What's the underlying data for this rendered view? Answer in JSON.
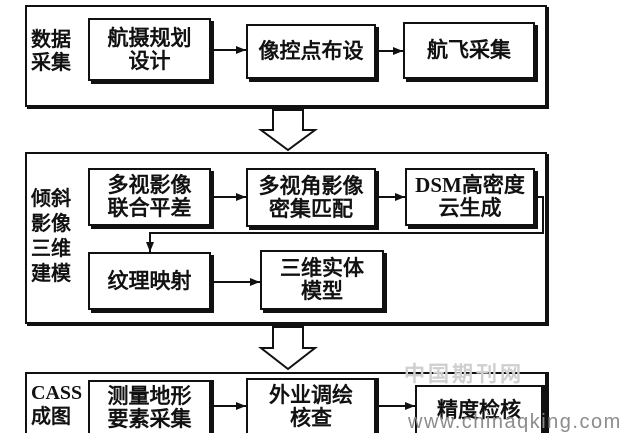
{
  "sections": [
    {
      "label": [
        "数据",
        "采集"
      ],
      "steps": [
        {
          "lines": [
            "航摄规划",
            "设计"
          ]
        },
        {
          "lines": [
            "像控点布设"
          ]
        },
        {
          "lines": [
            "航飞采集"
          ]
        }
      ]
    },
    {
      "label": [
        "倾斜",
        "影像",
        "三维",
        "建模"
      ],
      "steps": [
        {
          "lines": [
            "多视影像",
            "联合平差"
          ]
        },
        {
          "lines": [
            "多视角影像",
            "密集匹配"
          ]
        },
        {
          "lines": [
            "DSM高密度",
            "云生成"
          ]
        },
        {
          "lines": [
            "纹理映射"
          ]
        },
        {
          "lines": [
            "三维实体",
            "模型"
          ]
        }
      ]
    },
    {
      "label": [
        "CASS",
        "成图"
      ],
      "steps": [
        {
          "lines": [
            "测量地形",
            "要素采集"
          ]
        },
        {
          "lines": [
            "外业调绘",
            "核查"
          ]
        },
        {
          "lines": [
            "精度检核"
          ]
        }
      ]
    }
  ],
  "watermark": {
    "site_name": "中国期刊网",
    "url": "www.chinaqking.com"
  }
}
